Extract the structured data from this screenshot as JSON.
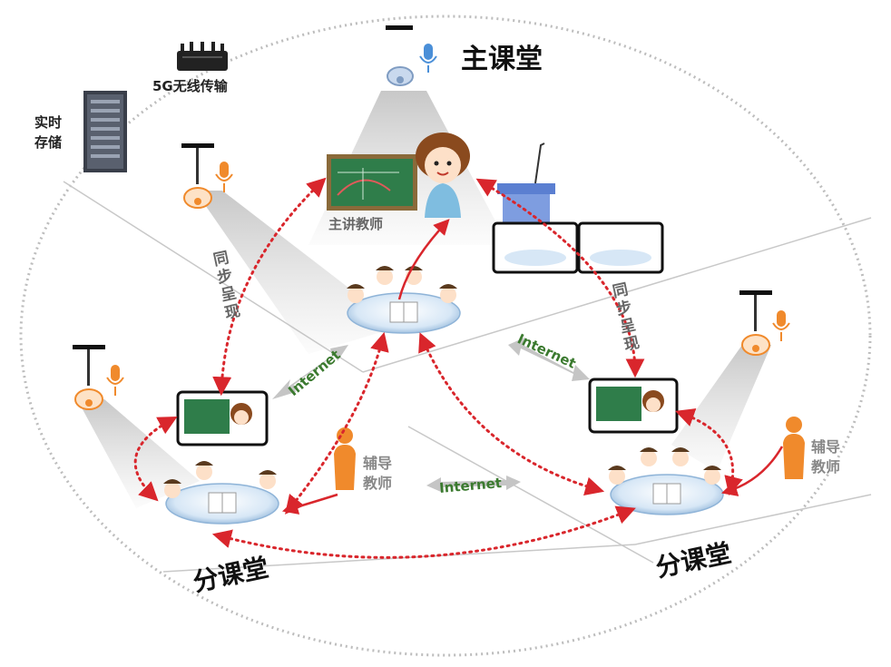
{
  "labels": {
    "main_classroom": "主课堂",
    "wireless": "5G无线传输",
    "storage_line1": "实时",
    "storage_line2": "存储",
    "lead_teacher": "主讲教师",
    "sync_left": "同步呈现",
    "sync_right": "同步呈现",
    "assistant_left": "辅导教师",
    "assistant_right": "辅导教师",
    "internet_1": "Internet",
    "internet_2": "Internet",
    "internet_3": "Internet",
    "branch_left": "分课堂",
    "branch_right": "分课堂"
  },
  "colors": {
    "arrow_red": "#d9262c",
    "internet_green": "#3b7a2f",
    "camera_orange": "#f08a2c",
    "mic_blue": "#4a8fd8",
    "ellipse_gray": "#bdbdbd",
    "table_blue": "#cfe2f3",
    "assistant_orange": "#f08a2c"
  },
  "icons": [
    "router-icon",
    "server-icon",
    "camera-icon",
    "microphone-icon",
    "blackboard-icon",
    "teacher-icon",
    "student-icon",
    "book-icon",
    "assistant-icon",
    "monitor-icon",
    "podium-icon"
  ]
}
